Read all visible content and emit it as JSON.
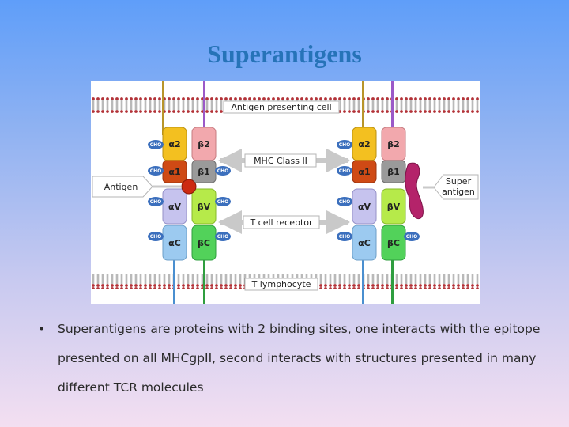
{
  "slide": {
    "title": "Superantigens",
    "bullet_marker": "•",
    "bullets": [
      "Superantigens are proteins with 2 binding sites, one interacts with the epitope presented on all MHCgpII, second interacts with structures presented in many different TCR molecules"
    ]
  },
  "diagram": {
    "labels": {
      "apc": "Antigen presenting cell",
      "mhc": "MHC Class II",
      "tcr": "T cell receptor",
      "tlymph": "T lymphocyte",
      "antigen": "Antigen",
      "superantigen_line1": "Super",
      "superantigen_line2": "antigen"
    },
    "domains": {
      "a2": "α2",
      "b2": "β2",
      "a1": "α1",
      "b1": "β1",
      "aV": "αV",
      "bV": "βV",
      "aC": "αC",
      "bC": "βC"
    },
    "cho": "CHO",
    "colors": {
      "a2": "#f3c020",
      "b2": "#f2a8ad",
      "a1": "#cf4a15",
      "b1": "#9a9a9a",
      "aV": "#c6c3ee",
      "bV": "#b6ea4a",
      "aC": "#9ccaf0",
      "bC": "#52d25a",
      "cho": "#3b6fbd",
      "membrane": "#b23238",
      "antigen": "#cc2a12",
      "superantigen": "#b4236a"
    }
  }
}
